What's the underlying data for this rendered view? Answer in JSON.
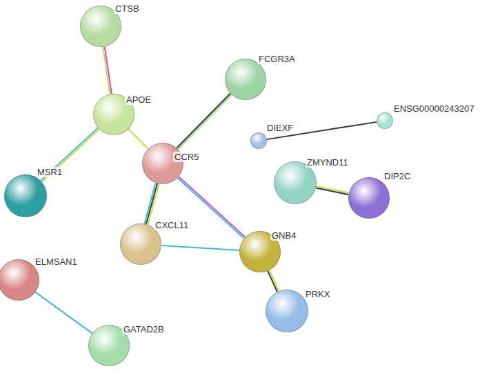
{
  "diagram": {
    "nodes": [
      {
        "text": [
          "CTSB"
        ]
      },
      {
        "text": [
          "APOE"
        ]
      },
      {
        "text": [
          "FCGR3A"
        ]
      },
      {
        "text": [
          "ENSG00000243207"
        ]
      },
      {
        "text": [
          "DIEXF"
        ]
      },
      {
        "text": [
          "MSR1"
        ]
      },
      {
        "text": [
          "CCR5"
        ]
      },
      {
        "text": [
          "ZMYND11"
        ]
      },
      {
        "text": [
          "DIP2C"
        ]
      },
      {
        "text": [
          "CXCL11"
        ]
      },
      {
        "text": [
          "GNB4"
        ]
      },
      {
        "text": [
          "ELMSAN1"
        ]
      },
      {
        "text": [
          "PRKX"
        ]
      },
      {
        "text": [
          "GATAD2B"
        ]
      }
    ],
    "edges": [
      {
        "from": 0,
        "to": 1,
        "arrow": "none"
      },
      {
        "from": 1,
        "to": 5,
        "arrow": "none"
      },
      {
        "from": 1,
        "to": 6,
        "arrow": "none"
      },
      {
        "from": 6,
        "to": 2,
        "arrow": "none"
      },
      {
        "from": 6,
        "to": 9,
        "arrow": "none"
      },
      {
        "from": 6,
        "to": 10,
        "arrow": "none"
      },
      {
        "from": 9,
        "to": 10,
        "arrow": "none"
      },
      {
        "from": 10,
        "to": 12,
        "arrow": "none"
      },
      {
        "from": 4,
        "to": 3,
        "arrow": "none"
      },
      {
        "from": 7,
        "to": 8,
        "arrow": "none"
      },
      {
        "from": 11,
        "to": 13,
        "arrow": "none"
      }
    ]
  }
}
